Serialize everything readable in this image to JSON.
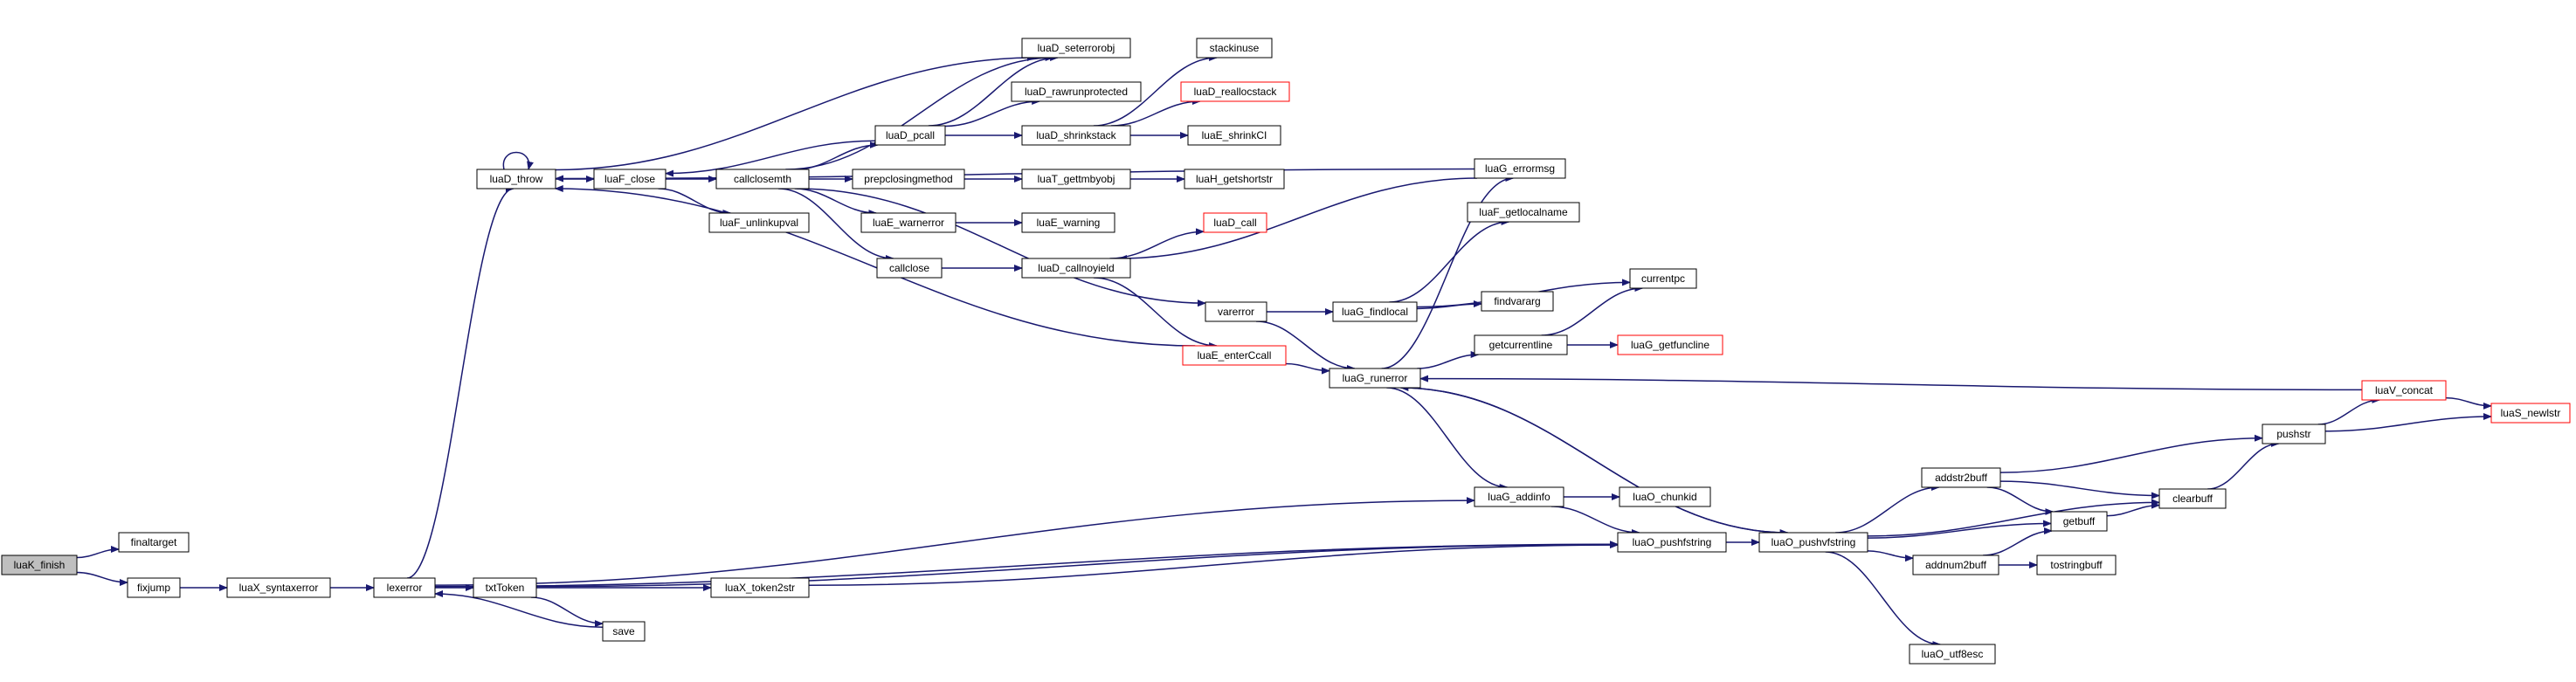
{
  "colors": {
    "edge": "#191970",
    "node_border": "#000000",
    "truncated_node_border": "#ff0000",
    "current_node_fill": "#bfbfbf",
    "node_fill": "#ffffff"
  },
  "nodes": [
    {
      "id": "luaK_finish",
      "label": "luaK_finish",
      "style": "current"
    },
    {
      "id": "finaltarget",
      "label": "finaltarget",
      "style": "normal"
    },
    {
      "id": "fixjump",
      "label": "fixjump",
      "style": "normal"
    },
    {
      "id": "luaX_syntaxerror",
      "label": "luaX_syntaxerror",
      "style": "normal"
    },
    {
      "id": "lexerror",
      "label": "lexerror",
      "style": "normal"
    },
    {
      "id": "luaD_throw",
      "label": "luaD_throw",
      "style": "normal"
    },
    {
      "id": "luaF_close",
      "label": "luaF_close",
      "style": "normal"
    },
    {
      "id": "luaF_unlinkupval",
      "label": "luaF_unlinkupval",
      "style": "normal"
    },
    {
      "id": "callclosemth",
      "label": "callclosemth",
      "style": "normal"
    },
    {
      "id": "luaD_seterrorobj",
      "label": "luaD_seterrorobj",
      "style": "normal"
    },
    {
      "id": "luaD_rawrunprotected",
      "label": "luaD_rawrunprotected",
      "style": "normal"
    },
    {
      "id": "luaD_pcall",
      "label": "luaD_pcall",
      "style": "normal"
    },
    {
      "id": "luaD_shrinkstack",
      "label": "luaD_shrinkstack",
      "style": "normal"
    },
    {
      "id": "stackinuse",
      "label": "stackinuse",
      "style": "normal"
    },
    {
      "id": "luaD_reallocstack",
      "label": "luaD_reallocstack",
      "style": "truncated"
    },
    {
      "id": "luaE_shrinkCI",
      "label": "luaE_shrinkCI",
      "style": "normal"
    },
    {
      "id": "prepclosingmethod",
      "label": "prepclosingmethod",
      "style": "normal"
    },
    {
      "id": "luaT_gettmbyobj",
      "label": "luaT_gettmbyobj",
      "style": "normal"
    },
    {
      "id": "luaH_getshortstr",
      "label": "luaH_getshortstr",
      "style": "normal"
    },
    {
      "id": "luaE_warnerror",
      "label": "luaE_warnerror",
      "style": "normal"
    },
    {
      "id": "luaE_warning",
      "label": "luaE_warning",
      "style": "normal"
    },
    {
      "id": "luaD_call",
      "label": "luaD_call",
      "style": "truncated"
    },
    {
      "id": "callclose",
      "label": "callclose",
      "style": "normal"
    },
    {
      "id": "luaD_callnoyield",
      "label": "luaD_callnoyield",
      "style": "normal"
    },
    {
      "id": "luaG_errormsg",
      "label": "luaG_errormsg",
      "style": "normal"
    },
    {
      "id": "luaF_getlocalname",
      "label": "luaF_getlocalname",
      "style": "normal"
    },
    {
      "id": "varerror",
      "label": "varerror",
      "style": "normal"
    },
    {
      "id": "luaG_findlocal",
      "label": "luaG_findlocal",
      "style": "normal"
    },
    {
      "id": "findvararg",
      "label": "findvararg",
      "style": "normal"
    },
    {
      "id": "currentpc",
      "label": "currentpc",
      "style": "normal"
    },
    {
      "id": "getcurrentline",
      "label": "getcurrentline",
      "style": "normal"
    },
    {
      "id": "luaG_getfuncline",
      "label": "luaG_getfuncline",
      "style": "truncated"
    },
    {
      "id": "luaE_enterCcall",
      "label": "luaE_enterCcall",
      "style": "truncated"
    },
    {
      "id": "luaG_runerror",
      "label": "luaG_runerror",
      "style": "normal"
    },
    {
      "id": "luaV_concat",
      "label": "luaV_concat",
      "style": "truncated"
    },
    {
      "id": "luaS_newlstr",
      "label": "luaS_newlstr",
      "style": "truncated"
    },
    {
      "id": "pushstr",
      "label": "pushstr",
      "style": "normal"
    },
    {
      "id": "addstr2buff",
      "label": "addstr2buff",
      "style": "normal"
    },
    {
      "id": "clearbuff",
      "label": "clearbuff",
      "style": "normal"
    },
    {
      "id": "getbuff",
      "label": "getbuff",
      "style": "normal"
    },
    {
      "id": "luaG_addinfo",
      "label": "luaG_addinfo",
      "style": "normal"
    },
    {
      "id": "luaO_chunkid",
      "label": "luaO_chunkid",
      "style": "normal"
    },
    {
      "id": "luaO_pushfstring",
      "label": "luaO_pushfstring",
      "style": "normal"
    },
    {
      "id": "luaO_pushvfstring",
      "label": "luaO_pushvfstring",
      "style": "normal"
    },
    {
      "id": "addnum2buff",
      "label": "addnum2buff",
      "style": "normal"
    },
    {
      "id": "tostringbuff",
      "label": "tostringbuff",
      "style": "normal"
    },
    {
      "id": "luaO_utf8esc",
      "label": "luaO_utf8esc",
      "style": "normal"
    },
    {
      "id": "txtToken",
      "label": "txtToken",
      "style": "normal"
    },
    {
      "id": "luaX_token2str",
      "label": "luaX_token2str",
      "style": "normal"
    },
    {
      "id": "save",
      "label": "save",
      "style": "normal"
    }
  ],
  "edges": [
    [
      "luaK_finish",
      "finaltarget"
    ],
    [
      "luaK_finish",
      "fixjump"
    ],
    [
      "fixjump",
      "luaX_syntaxerror"
    ],
    [
      "luaX_syntaxerror",
      "lexerror"
    ],
    [
      "lexerror",
      "luaD_throw"
    ],
    [
      "lexerror",
      "luaG_addinfo"
    ],
    [
      "lexerror",
      "txtToken"
    ],
    [
      "lexerror",
      "luaO_pushfstring"
    ],
    [
      "luaD_throw",
      "luaD_throw"
    ],
    [
      "luaD_throw",
      "luaD_seterrorobj"
    ],
    [
      "luaD_throw",
      "luaF_close"
    ],
    [
      "luaF_close",
      "callclosemth"
    ],
    [
      "luaF_close",
      "luaF_unlinkupval"
    ],
    [
      "callclosemth",
      "luaD_seterrorobj"
    ],
    [
      "callclosemth",
      "luaD_pcall"
    ],
    [
      "callclosemth",
      "prepclosingmethod"
    ],
    [
      "callclosemth",
      "luaE_warnerror"
    ],
    [
      "callclosemth",
      "callclose"
    ],
    [
      "callclosemth",
      "varerror"
    ],
    [
      "luaD_pcall",
      "luaD_seterrorobj"
    ],
    [
      "luaD_pcall",
      "luaD_rawrunprotected"
    ],
    [
      "luaD_pcall",
      "luaD_shrinkstack"
    ],
    [
      "luaD_pcall",
      "luaF_close"
    ],
    [
      "luaD_shrinkstack",
      "stackinuse"
    ],
    [
      "luaD_shrinkstack",
      "luaD_reallocstack"
    ],
    [
      "luaD_shrinkstack",
      "luaE_shrinkCI"
    ],
    [
      "prepclosingmethod",
      "luaT_gettmbyobj"
    ],
    [
      "luaT_gettmbyobj",
      "luaH_getshortstr"
    ],
    [
      "luaE_warnerror",
      "luaE_warning"
    ],
    [
      "callclose",
      "luaD_callnoyield"
    ],
    [
      "luaD_callnoyield",
      "luaD_call"
    ],
    [
      "luaD_callnoyield",
      "luaE_enterCcall"
    ],
    [
      "luaG_errormsg",
      "luaD_throw"
    ],
    [
      "luaG_errormsg",
      "luaD_callnoyield"
    ],
    [
      "varerror",
      "luaG_findlocal"
    ],
    [
      "varerror",
      "luaG_runerror"
    ],
    [
      "luaG_findlocal",
      "luaF_getlocalname"
    ],
    [
      "luaG_findlocal",
      "findvararg"
    ],
    [
      "luaG_findlocal",
      "currentpc"
    ],
    [
      "luaE_enterCcall",
      "luaD_throw"
    ],
    [
      "luaE_enterCcall",
      "luaG_runerror"
    ],
    [
      "luaG_runerror",
      "luaG_errormsg"
    ],
    [
      "luaG_runerror",
      "getcurrentline"
    ],
    [
      "luaG_runerror",
      "luaG_addinfo"
    ],
    [
      "luaG_runerror",
      "luaO_pushvfstring"
    ],
    [
      "getcurrentline",
      "currentpc"
    ],
    [
      "getcurrentline",
      "luaG_getfuncline"
    ],
    [
      "luaG_addinfo",
      "luaO_chunkid"
    ],
    [
      "luaG_addinfo",
      "luaO_pushfstring"
    ],
    [
      "luaO_pushfstring",
      "luaO_pushvfstring"
    ],
    [
      "luaO_pushvfstring",
      "luaG_runerror"
    ],
    [
      "luaO_pushvfstring",
      "addstr2buff"
    ],
    [
      "luaO_pushvfstring",
      "getbuff"
    ],
    [
      "luaO_pushvfstring",
      "addnum2buff"
    ],
    [
      "luaO_pushvfstring",
      "clearbuff"
    ],
    [
      "luaO_pushvfstring",
      "luaO_utf8esc"
    ],
    [
      "addstr2buff",
      "pushstr"
    ],
    [
      "addstr2buff",
      "clearbuff"
    ],
    [
      "addstr2buff",
      "getbuff"
    ],
    [
      "addnum2buff",
      "getbuff"
    ],
    [
      "addnum2buff",
      "tostringbuff"
    ],
    [
      "getbuff",
      "clearbuff"
    ],
    [
      "clearbuff",
      "pushstr"
    ],
    [
      "pushstr",
      "luaV_concat"
    ],
    [
      "pushstr",
      "luaS_newlstr"
    ],
    [
      "luaV_concat",
      "luaS_newlstr"
    ],
    [
      "luaV_concat",
      "luaG_runerror"
    ],
    [
      "txtToken",
      "luaX_token2str"
    ],
    [
      "txtToken",
      "save"
    ],
    [
      "txtToken",
      "luaO_pushfstring"
    ],
    [
      "save",
      "lexerror"
    ],
    [
      "luaX_token2str",
      "luaO_pushfstring"
    ]
  ]
}
